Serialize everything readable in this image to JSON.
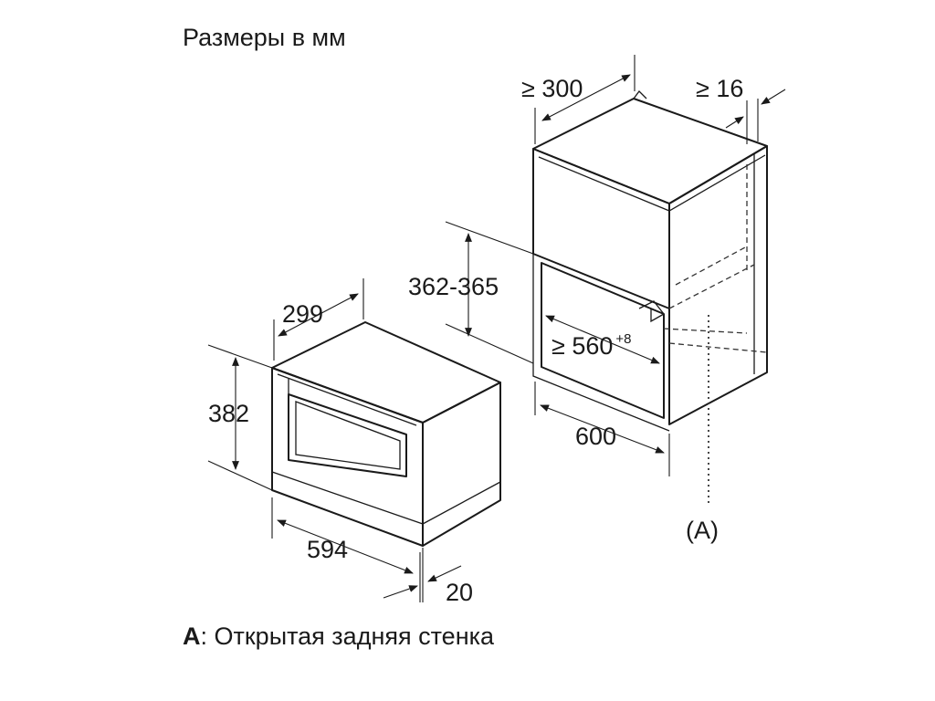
{
  "header": {
    "title": "Размеры в мм"
  },
  "legend": {
    "key": "A",
    "text": ": Открытая задняя стенка"
  },
  "appliance": {
    "depth_label": "299",
    "height_label": "382",
    "width_label": "594",
    "panel_label": "20"
  },
  "niche": {
    "top_depth_label": "≥ 300",
    "top_thickness_label": "≥ 16",
    "height_label": "362-365",
    "inner_width_label": "≥ 560",
    "inner_width_sup": "+8",
    "depth_label": "600",
    "marker_label": "(A)"
  }
}
